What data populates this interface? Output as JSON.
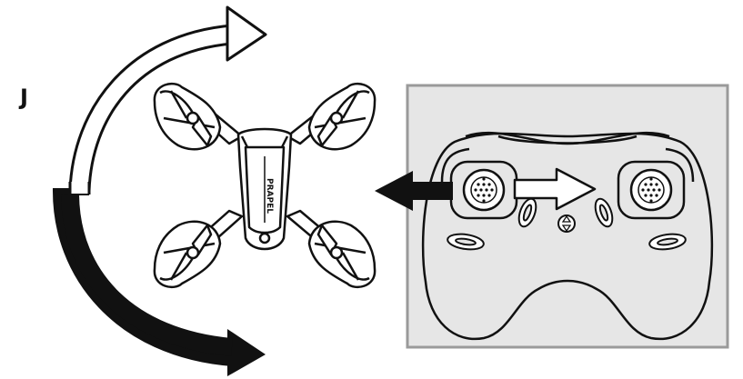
{
  "step": {
    "label": "J"
  },
  "drone": {
    "brand_text": "PRAPEL"
  },
  "colors": {
    "ink": "#111111",
    "panel_fill": "#e6e6e6",
    "panel_border": "#9a9a9a",
    "paper": "#ffffff"
  },
  "icons": {
    "rotation_arrow": "curved-arrow-rotate",
    "stick_direction": "arrow-right",
    "drone_yaw": "arrow-left"
  }
}
